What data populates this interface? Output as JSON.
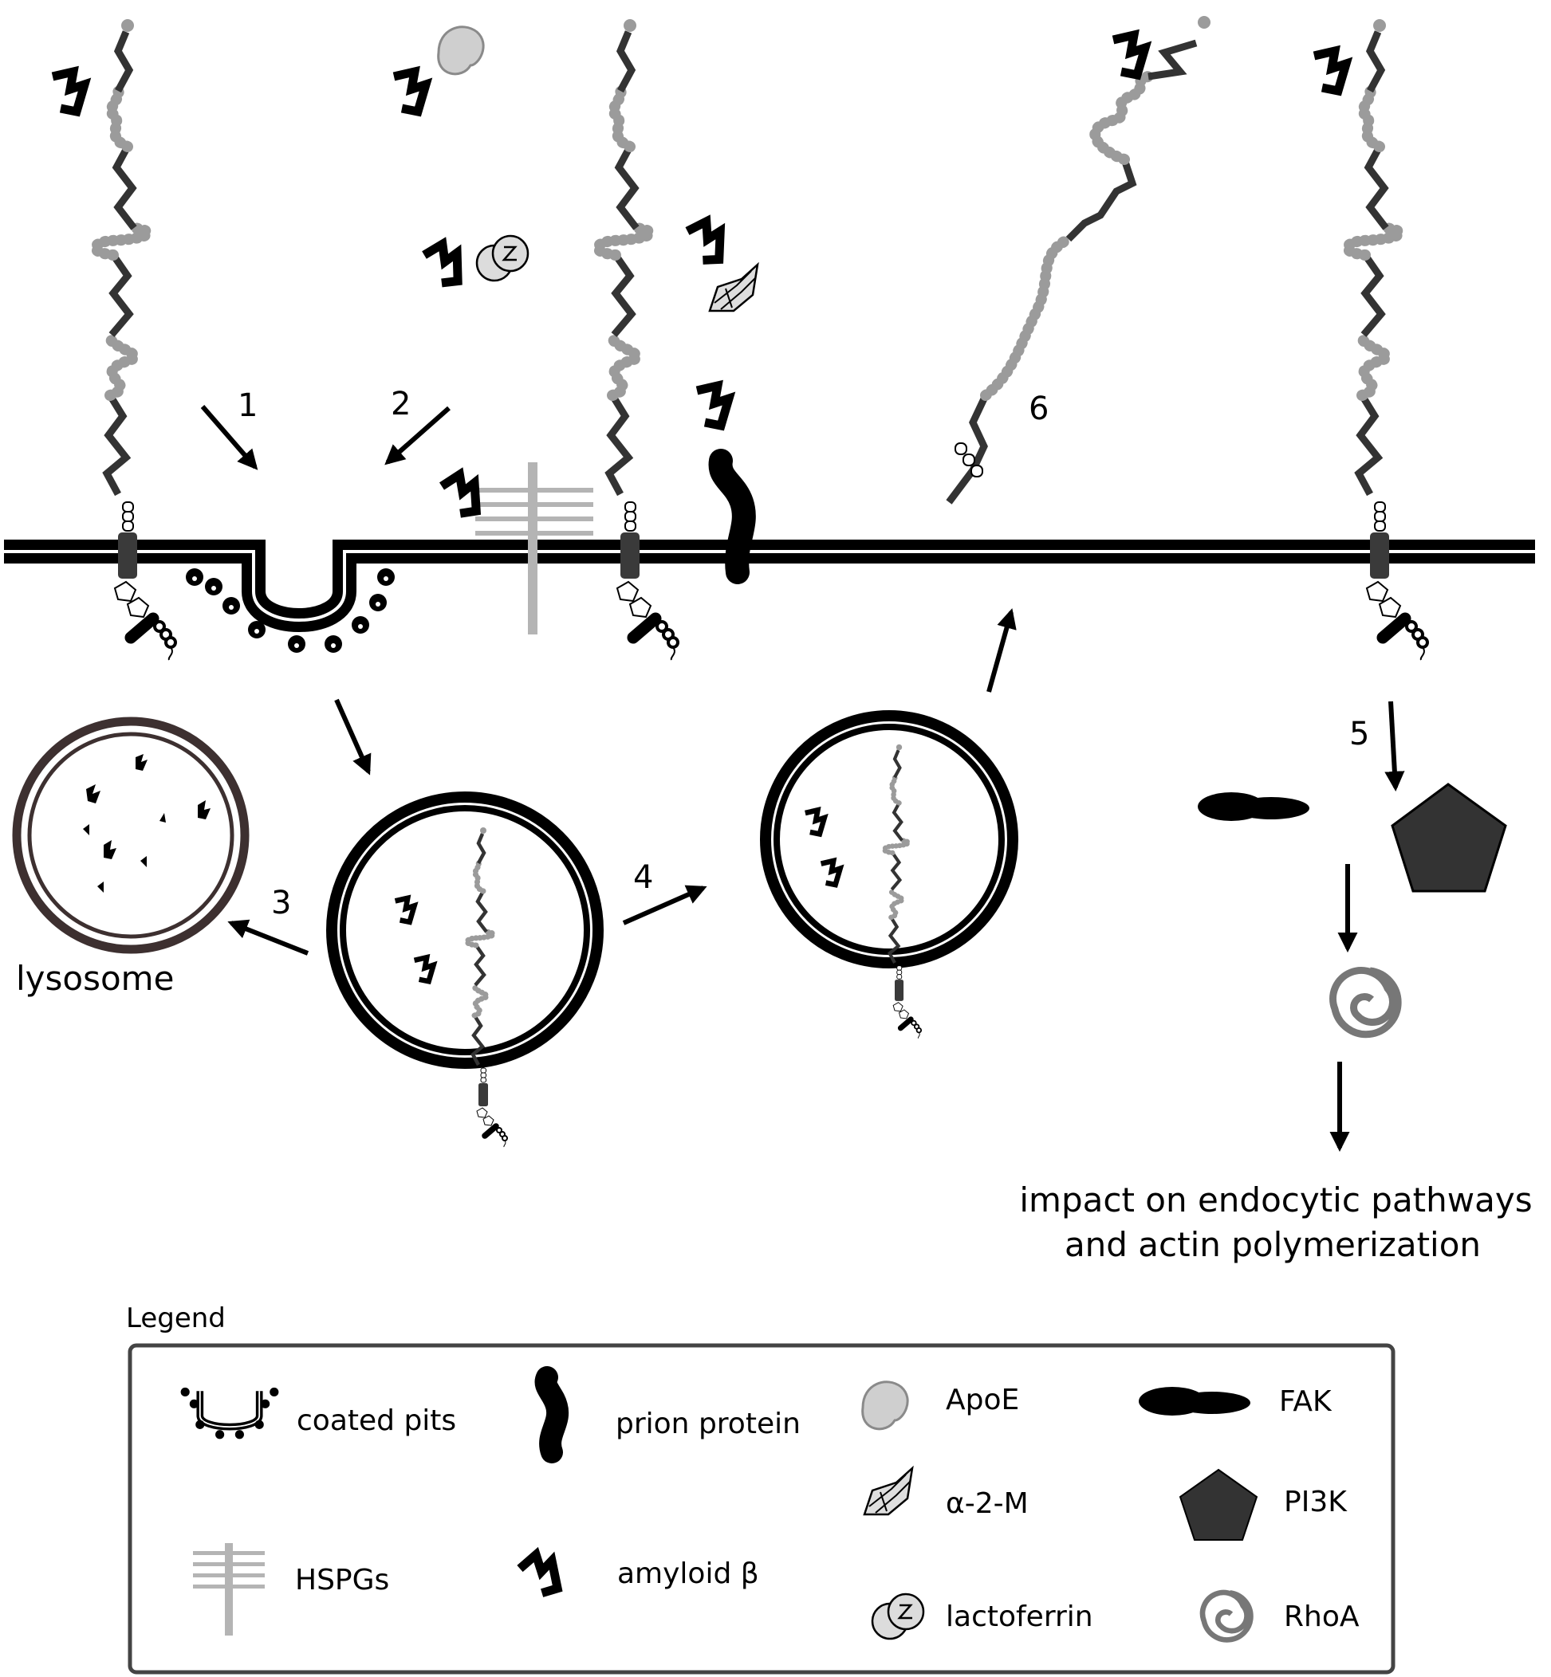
{
  "steps": [
    "1",
    "2",
    "3",
    "4",
    "5",
    "6"
  ],
  "labels": {
    "lysosome": "lysosome",
    "impact_line1": "impact on endocytic pathways",
    "impact_line2": "and actin polymerization"
  },
  "legend": {
    "title": "Legend",
    "items": {
      "coated_pits": "coated pits",
      "prion_protein": "prion protein",
      "apoe": "ApoE",
      "fak": "FAK",
      "a2m": "α-2-M",
      "pi3k": "PI3K",
      "hspgs": "HSPGs",
      "amyloid": "amyloid β",
      "lactoferrin": "lactoferrin",
      "rhoa": "RhoA"
    }
  },
  "colors": {
    "black": "#000000",
    "chain_dark": "#333333",
    "bead_grey": "#9b9b9b",
    "light_grey": "#d6d6d6",
    "hspg_grey": "#b4b4b4",
    "lysosome_ring": "#3d3030",
    "legend_border": "#444444"
  }
}
